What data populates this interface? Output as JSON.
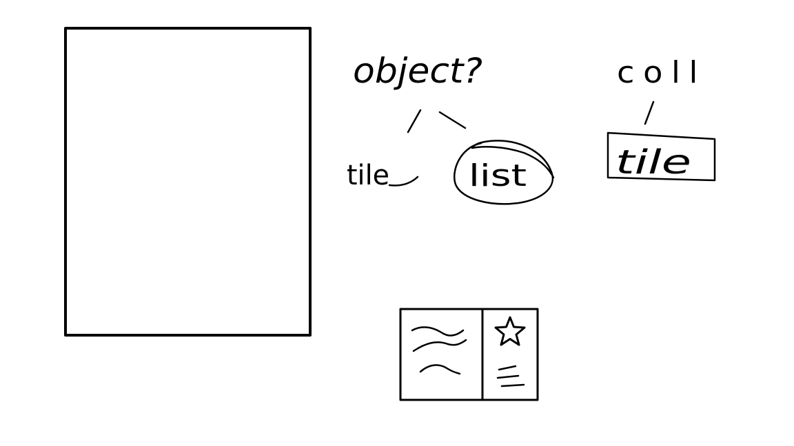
{
  "diagram": {
    "nodes": {
      "root": {
        "label": "object?"
      },
      "left_child": {
        "label": "tile"
      },
      "right_child": {
        "label": "list",
        "highlighted": "circled"
      },
      "coll": {
        "label": "coll"
      },
      "coll_child": {
        "label": "tile",
        "highlighted": "boxed"
      }
    },
    "sketch_items": [
      {
        "name": "blank-rectangle",
        "kind": "empty frame"
      },
      {
        "name": "card-mockup",
        "kind": "two-pane card",
        "left_pane": "wavy text lines",
        "right_pane": "star icon with short lines"
      }
    ],
    "colors": {
      "ink": "#000000",
      "background": "#ffffff"
    }
  }
}
